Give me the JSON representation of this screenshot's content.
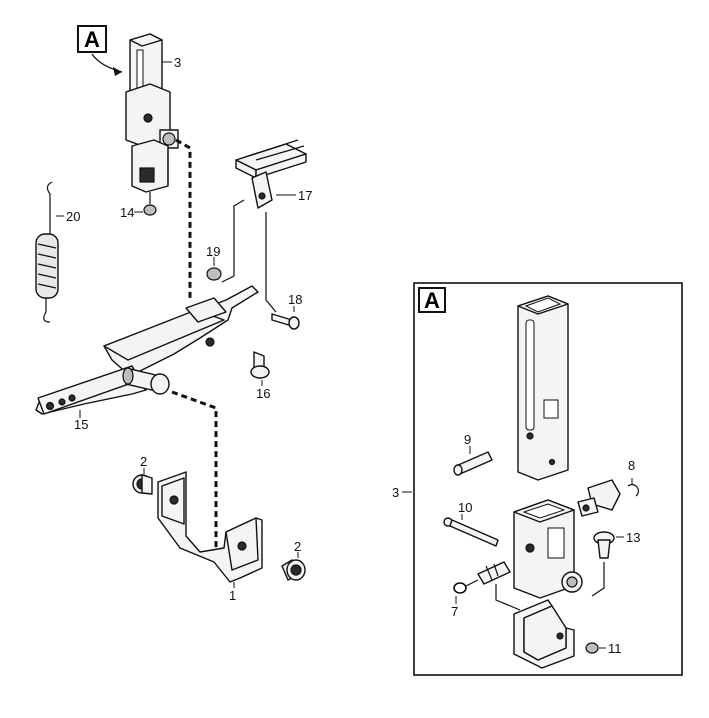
{
  "callouts": {
    "main_tag": "A",
    "detail_tag": "A"
  },
  "parts": {
    "p1": "1",
    "p2a": "2",
    "p2b": "2",
    "p3_main": "3",
    "p3_detail": "3",
    "p7": "7",
    "p8": "8",
    "p9": "9",
    "p10": "10",
    "p11": "11",
    "p13": "13",
    "p14": "14",
    "p15": "15",
    "p16": "16",
    "p17": "17",
    "p18": "18",
    "p19": "19",
    "p20": "20"
  }
}
